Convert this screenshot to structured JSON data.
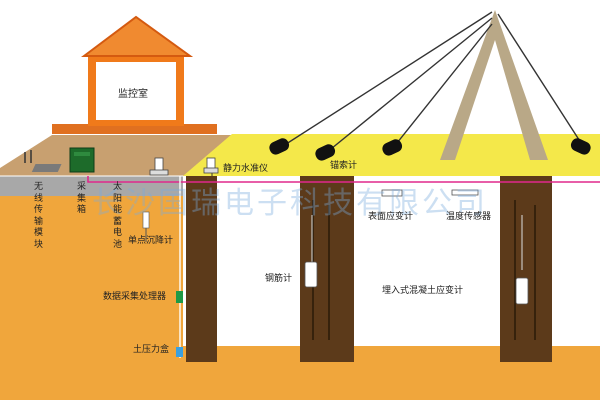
{
  "colors": {
    "soil": "#f0a63c",
    "surface": "#c8a070",
    "deck": "#f4e84a",
    "pier": "#5c3a1a",
    "house_wall": "#f07a1a",
    "house_roof": "#f08a30",
    "roof_edge": "#d45a10",
    "cable": "#e0288c",
    "tower": "#b9a887"
  },
  "labels": {
    "monitor_room": "监控室",
    "wireless_module": "无线传输模块",
    "collector_box": "采集箱",
    "solar_battery": "太阳能蓄电池",
    "settlement_gauge": "单点沉降计",
    "static_level": "静力水准仪",
    "anchor_cable_meter": "锚索计",
    "surface_strain": "表面应变计",
    "temperature_sensor": "温度传感器",
    "rebar_meter": "钢筋计",
    "data_processor": "数据采集处理器",
    "embedded_strain": "埋入式混凝土应变计",
    "earth_pressure": "土压力盒"
  },
  "watermark": "长沙国瑞电子科技有限公司"
}
